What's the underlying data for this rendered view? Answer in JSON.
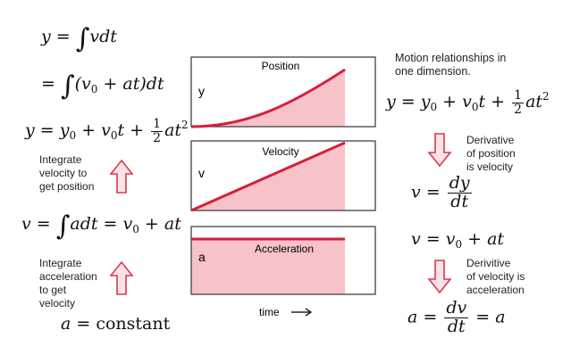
{
  "colors": {
    "curve": "#d4203c",
    "fill": "#f7c2c8",
    "arrow_stroke": "#d53b4e",
    "arrow_fill": "#fde3e6",
    "frame": "#333333"
  },
  "left": {
    "eq1": {
      "lhs": "y =",
      "integrand": "vdt"
    },
    "eq2": {
      "lhs": "=",
      "integrand": "(v",
      "sub": "0",
      "rest": " + at)dt"
    },
    "eq3": {
      "lhs": "y = y",
      "sub1": "0",
      "mid": " + v",
      "sub2": "0",
      "t": "t +",
      "frac_num": "1",
      "frac_den": "2",
      "tail": "at",
      "sup": "2"
    },
    "note1": [
      "Integrate",
      "velocity to",
      "get position"
    ],
    "eq4": {
      "lhs": "v =",
      "integrand": "adt = v",
      "sub": "0",
      "rest": " + at"
    },
    "note2": [
      "Integrate",
      "acceleration",
      "to get",
      "velocity"
    ],
    "eq5": {
      "lhs": "a =",
      "rhs": "constant"
    }
  },
  "panels": [
    {
      "title": "Position",
      "var": "y",
      "shape": "quadratic"
    },
    {
      "title": "Velocity",
      "var": "v",
      "shape": "linear"
    },
    {
      "title": "Acceleration",
      "var": "a",
      "shape": "constant"
    }
  ],
  "time_label": "time",
  "right": {
    "header": [
      "Motion relationships in",
      "one dimension."
    ],
    "eq1": {
      "lhs": "y = y",
      "sub1": "0",
      "mid": " + v",
      "sub2": "0",
      "t": "t +",
      "frac_num": "1",
      "frac_den": "2",
      "tail": "at",
      "sup": "2"
    },
    "note1": [
      "Derivative",
      "of position",
      "is velocity"
    ],
    "eq2": {
      "lhs": "v =",
      "num": "dy",
      "den": "dt"
    },
    "eq3": {
      "lhs": "v = v",
      "sub": "0",
      "rest": " + at"
    },
    "note2": [
      "Derivitive",
      "of velocity is",
      "acceleration"
    ],
    "eq4": {
      "lhs": "a =",
      "num": "dv",
      "den": "dt",
      "rhs": "= a"
    }
  }
}
